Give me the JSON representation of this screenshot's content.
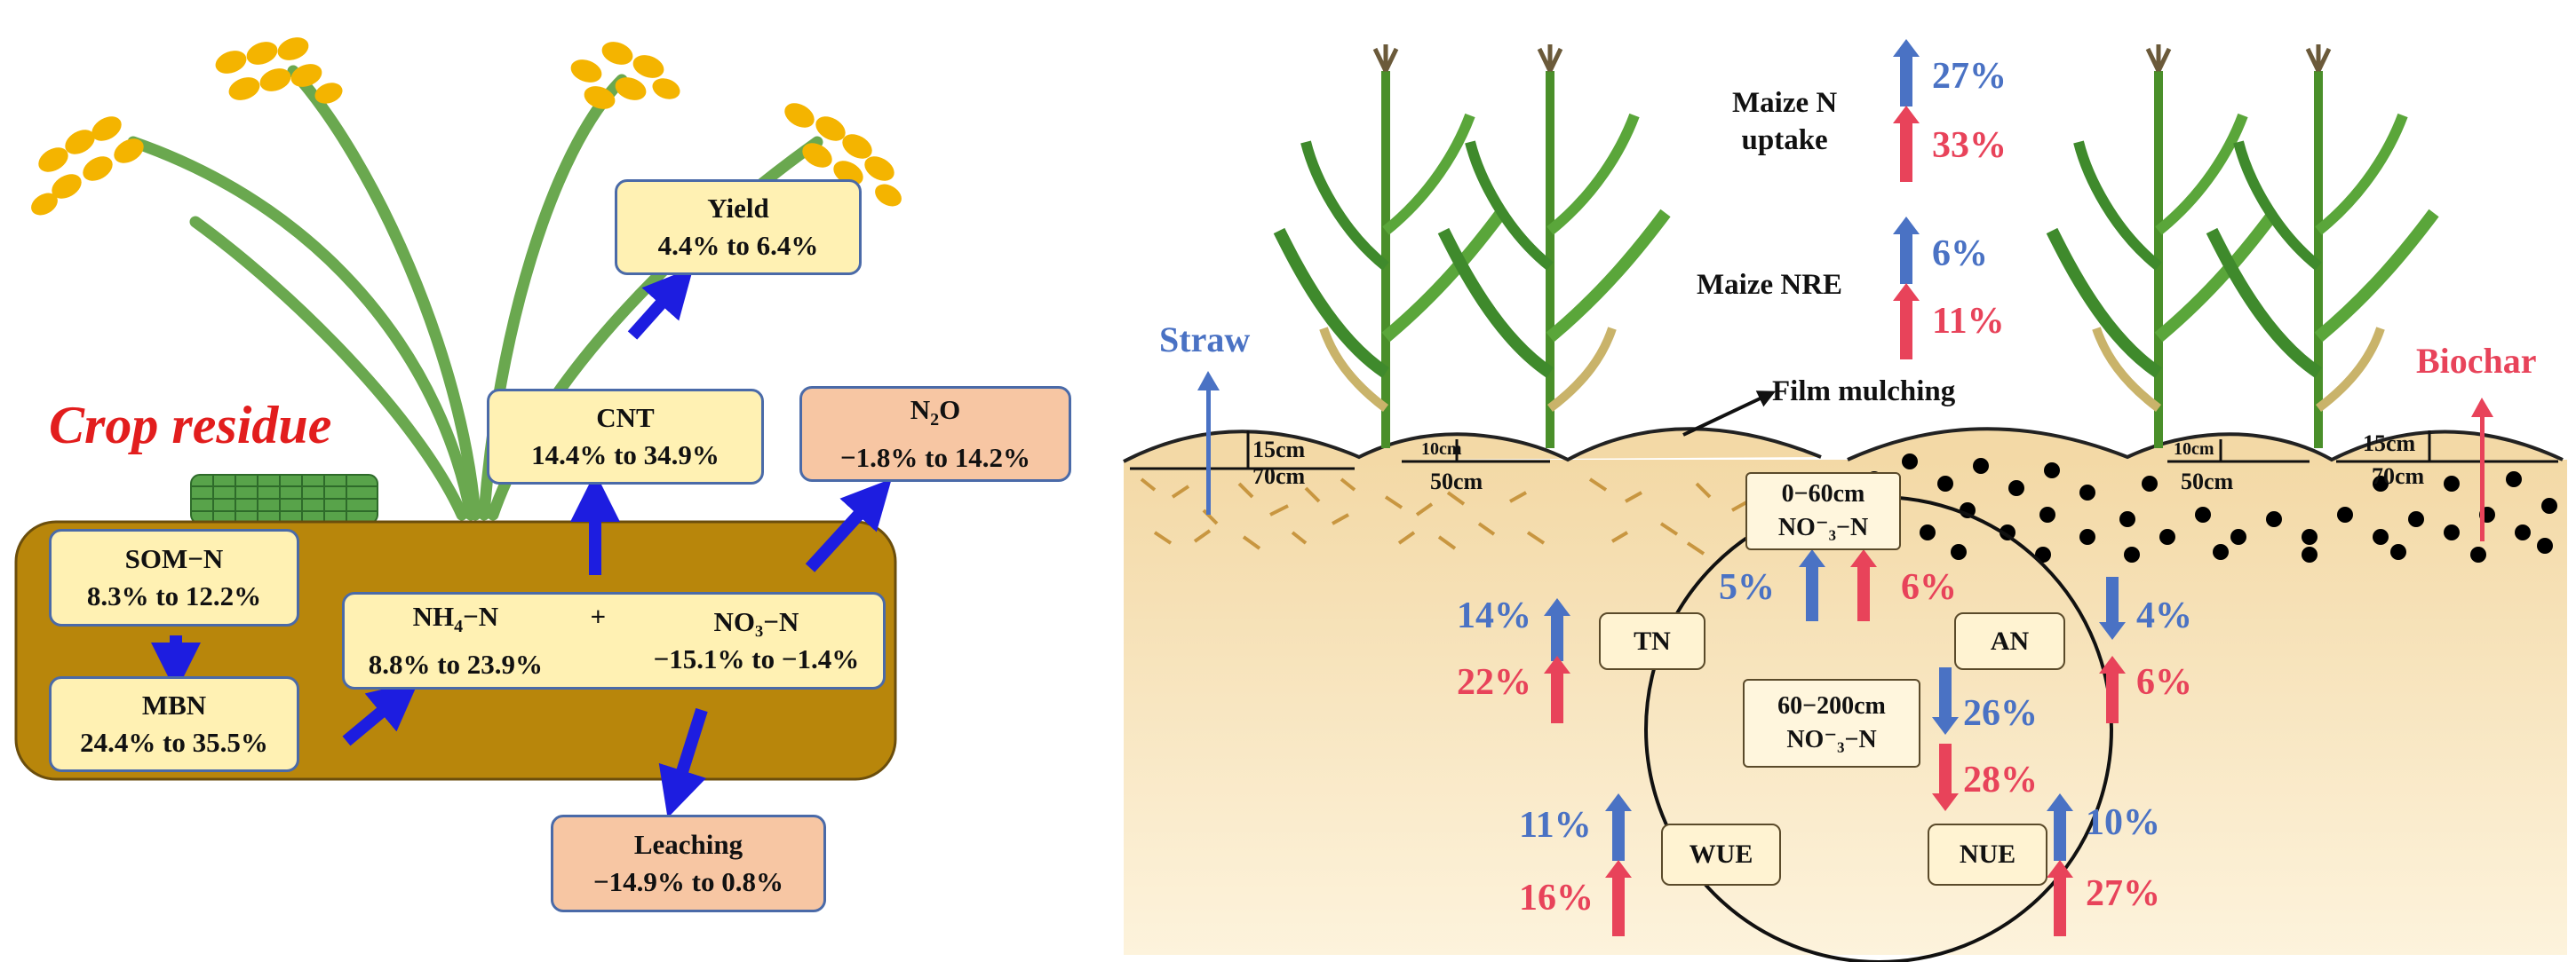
{
  "left": {
    "title": "Crop residue",
    "yield": {
      "label": "Yield",
      "range": "4.4% to 6.4%"
    },
    "cnt": {
      "label": "CNT",
      "range": "14.4% to 34.9%"
    },
    "n2o": {
      "label_main": "N",
      "label_sub": "2",
      "label_tail": "O",
      "range": "−1.8% to 14.2%"
    },
    "somn": {
      "label": "SOM−N",
      "range": "8.3% to 12.2%"
    },
    "mbn": {
      "label": "MBN",
      "range": "24.4% to 35.5%"
    },
    "nh4": {
      "label_main": "NH",
      "label_sub": "4",
      "label_tail": "−N",
      "range": "8.8%  to 23.9%"
    },
    "plus": "+",
    "no3": {
      "label": "NO₃−N",
      "range": "−15.1% to −1.4%"
    },
    "leaching": {
      "label": "Leaching",
      "range": "−14.9% to 0.8%"
    }
  },
  "right": {
    "straw": "Straw",
    "biochar": "Biochar",
    "film": "Film mulching",
    "maize_n_uptake": {
      "line1": "Maize N",
      "line2": "uptake",
      "blue": "27%",
      "red": "33%"
    },
    "maize_nre": {
      "label": "Maize NRE",
      "blue": "6%",
      "red": "11%"
    },
    "dims": {
      "d15a": "15cm",
      "d70a": "70cm",
      "d10a": "10cm",
      "d50a": "50cm",
      "d10b": "10cm",
      "d50b": "50cm",
      "d15b": "15cm",
      "d70b": "70cm"
    },
    "box060": {
      "line1": "0−60cm",
      "line2": "NO⁻₃−N"
    },
    "box60200": {
      "line1": "60−200cm",
      "line2": "NO⁻₃−N"
    },
    "tn": "TN",
    "an": "AN",
    "wue": "WUE",
    "nue": "NUE",
    "p_tn_blue": "14%",
    "p_tn_red": "22%",
    "p_060_blue": "5%",
    "p_060_red": "6%",
    "p_an_blue": "4%",
    "p_an_red": "6%",
    "p_60200_blue": "26%",
    "p_60200_red": "28%",
    "p_wue_blue": "11%",
    "p_wue_red": "16%",
    "p_nue_blue": "10%",
    "p_nue_red": "27%"
  },
  "colors": {
    "blue_arrow": "#4a72c4",
    "red_arrow": "#e8435a",
    "flow_arrow": "#1d1de0",
    "soil": "#b8860b",
    "stem": "#6aa84f",
    "grain": "#f4b400"
  }
}
